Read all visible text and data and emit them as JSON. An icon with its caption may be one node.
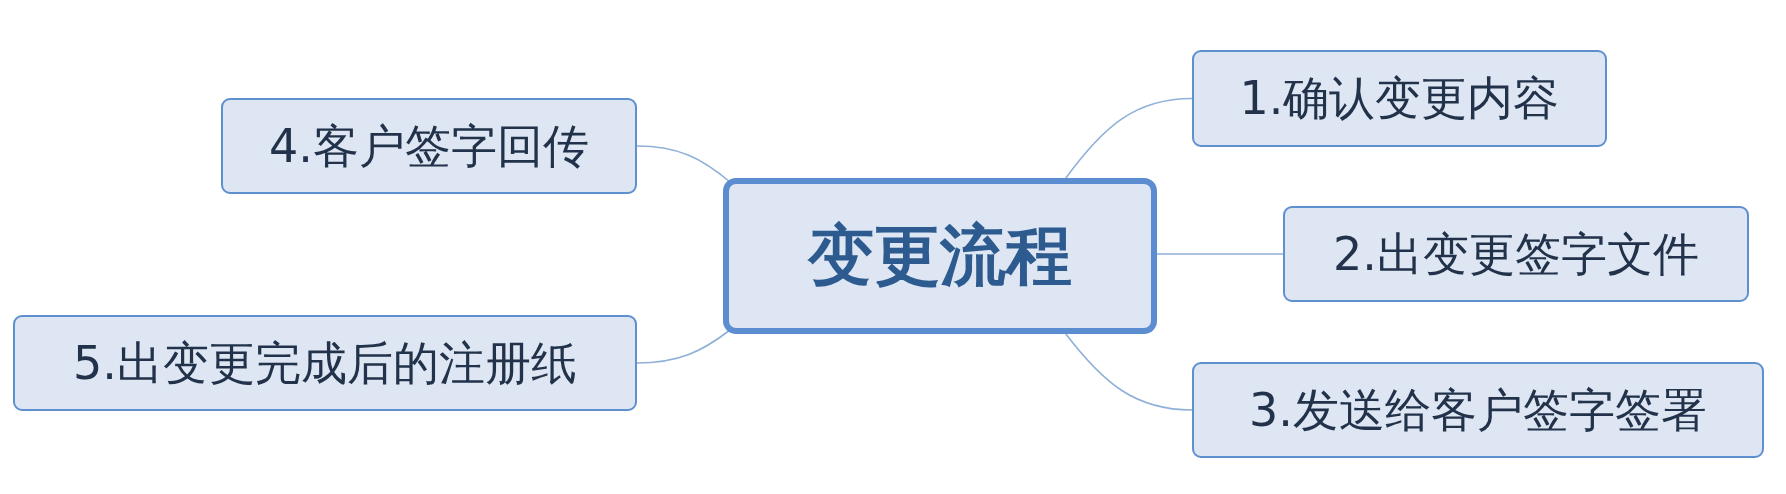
{
  "diagram": {
    "nodes": [
      {
        "text": [
          "变更流程"
        ]
      },
      {
        "text": [
          "1.确认变更内容"
        ]
      },
      {
        "text": [
          "2.出变更签字文件"
        ]
      },
      {
        "text": [
          "3.发送给客户签字签署"
        ]
      },
      {
        "text": [
          "4.客户签字回传"
        ]
      },
      {
        "text": [
          "5.出变更完成后的注册纸"
        ]
      }
    ],
    "edges": [
      {
        "from": 0,
        "to": 1,
        "arrow": "none"
      },
      {
        "from": 0,
        "to": 2,
        "arrow": "none"
      },
      {
        "from": 0,
        "to": 3,
        "arrow": "none"
      },
      {
        "from": 0,
        "to": 4,
        "arrow": "none"
      },
      {
        "from": 0,
        "to": 5,
        "arrow": "none"
      }
    ]
  }
}
